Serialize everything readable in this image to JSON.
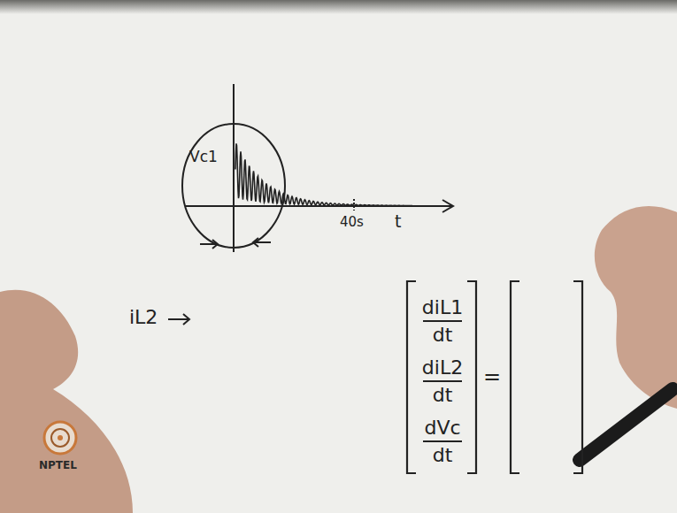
{
  "diagram": {
    "labels": [
      "Vc1",
      "40s",
      "t",
      "diL1",
      "dt",
      "diL2",
      "dt",
      "dVc",
      "dt",
      "=",
      "iL2",
      "NPTEL"
    ]
  }
}
